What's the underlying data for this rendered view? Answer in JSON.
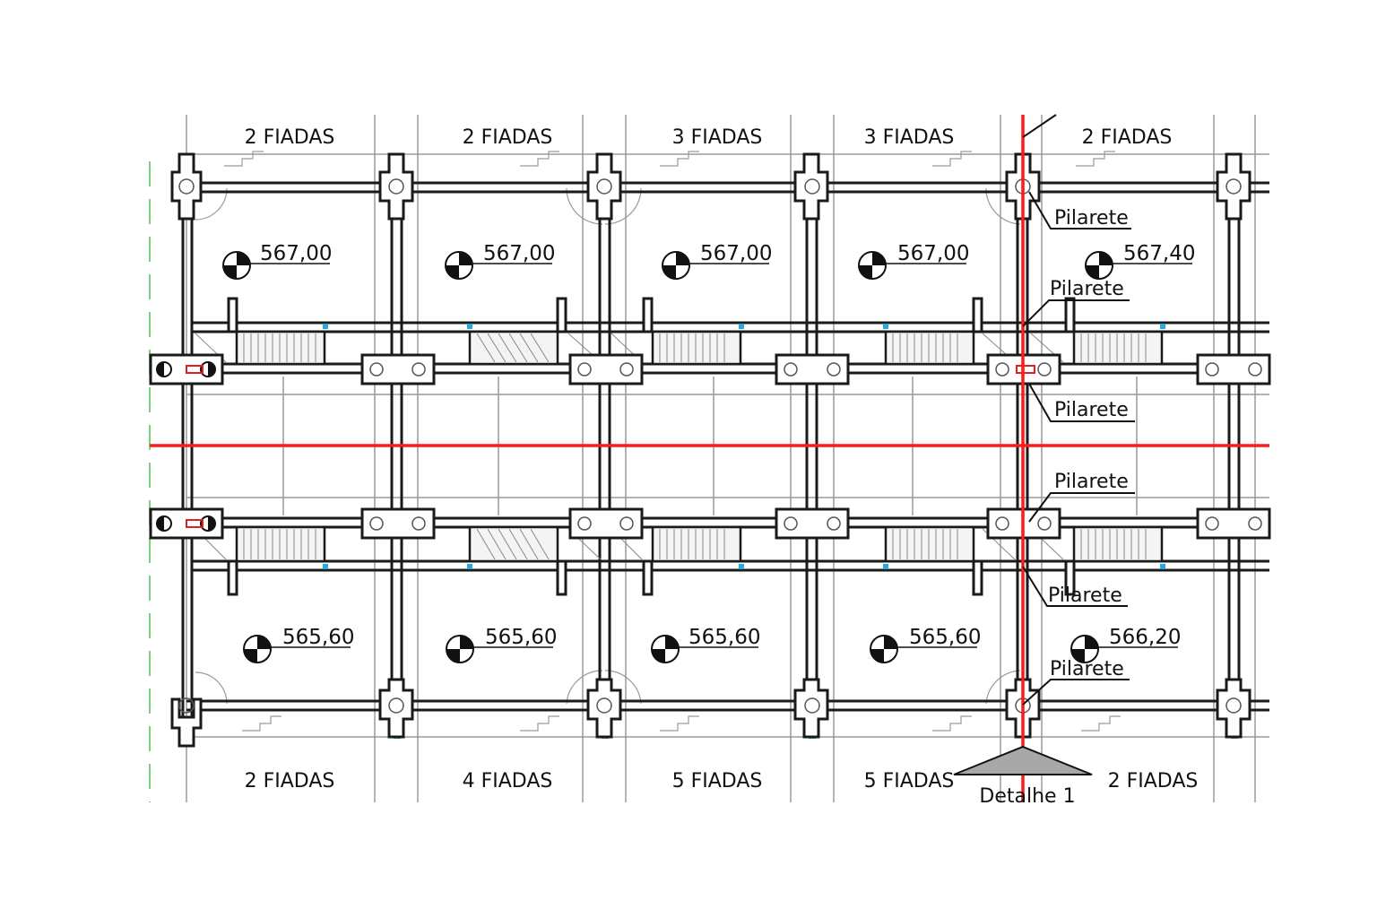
{
  "fiadas_top": [
    "2 FIADAS",
    "2 FIADAS",
    "3 FIADAS",
    "3 FIADAS",
    "2 FIADAS"
  ],
  "fiadas_bottom": [
    "2 FIADAS",
    "4 FIADAS",
    "5 FIADAS",
    "5 FIADAS",
    "2 FIADAS"
  ],
  "levels_top": [
    "567,00",
    "567,00",
    "567,00",
    "567,00",
    "567,40"
  ],
  "levels_bottom": [
    "565,60",
    "565,60",
    "565,60",
    "565,60",
    "566,20"
  ],
  "pilarete_labels": [
    "Pilarete",
    "Pilarete",
    "Pilarete",
    "Pilarete",
    "Pilarete",
    "Pilarete"
  ],
  "detail_label": "Detalhe 1",
  "colors": {
    "section_line": "#ff1a1a",
    "wall": "#1a1a1a",
    "grid": "#9a9a9a",
    "marker": "#29a9e0",
    "detail_fill": "#a8a8a8",
    "guide": "#7fcf7f"
  }
}
